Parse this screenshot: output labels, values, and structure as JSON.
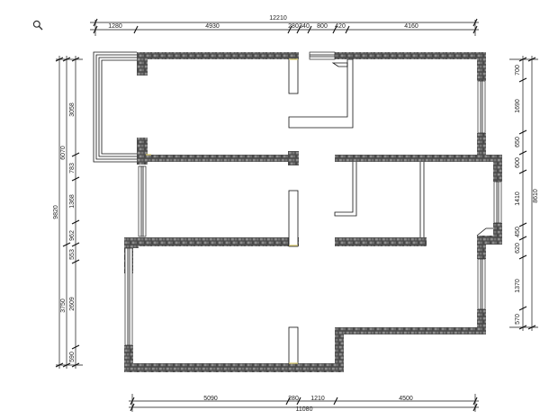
{
  "toolbar": {
    "zoom_icon": "magnifier-icon"
  },
  "colors": {
    "wall": "#4a4a4a",
    "wall_hatch": "#9a9a9a",
    "line": "#111111",
    "door_accent": "#d8c96a"
  },
  "dimensions": {
    "top": {
      "total": "12210",
      "segments": [
        "1280",
        "4930",
        "280",
        "340",
        "800",
        "420",
        "4160"
      ]
    },
    "bottom": {
      "total": "11080",
      "segments": [
        "5090",
        "280",
        "1210",
        "4500"
      ]
    },
    "left": {
      "total": "9820",
      "outer": [
        "6070",
        "3750"
      ],
      "inner": [
        "3058",
        "783",
        "1368",
        "962",
        "553",
        "2609",
        "590"
      ]
    },
    "right": {
      "total": "8610",
      "segments": [
        "700",
        "1690",
        "650",
        "600",
        "1410",
        "450",
        "620",
        "1370",
        "570"
      ]
    }
  }
}
